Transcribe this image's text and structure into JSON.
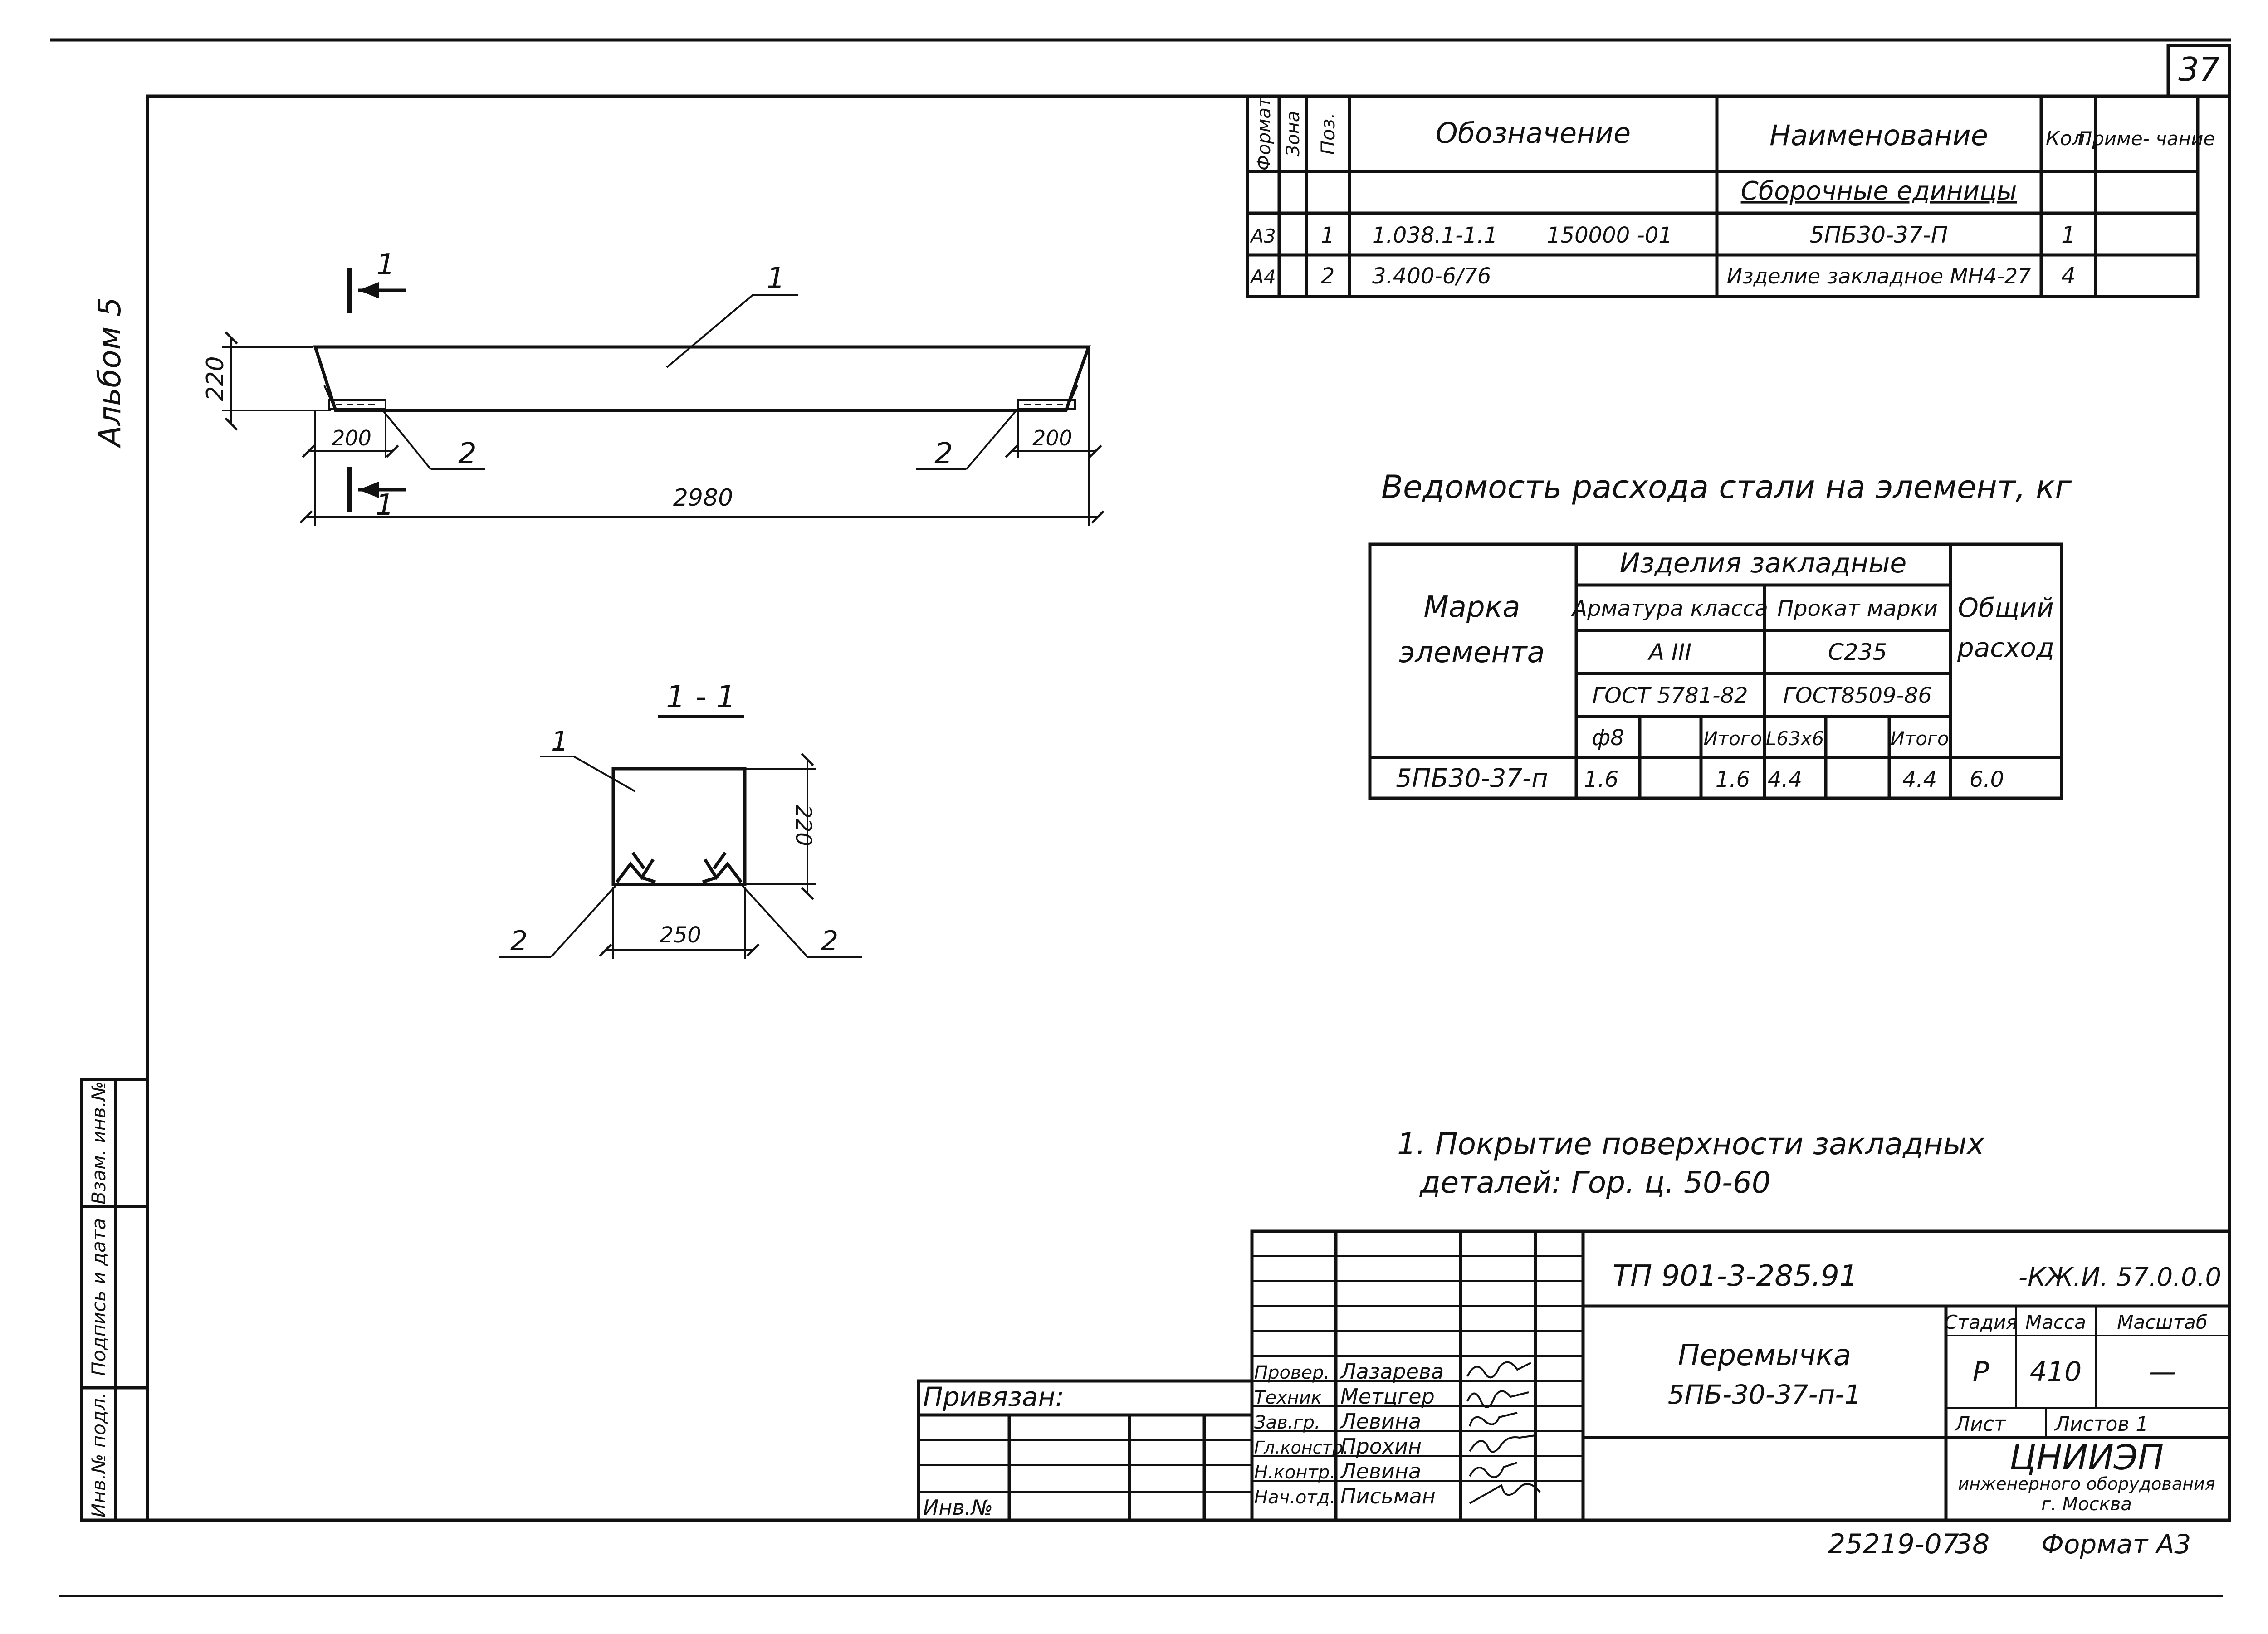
{
  "page_number": "37",
  "album": "Альбом 5",
  "spec": {
    "headers": {
      "format": "Формат",
      "zone": "Зона",
      "pos": "Поз.",
      "designation": "Обозначение",
      "name": "Наименование",
      "qty": "Кол.",
      "note": "Приме-\nчание"
    },
    "section": "Сборочные единицы",
    "rows": [
      {
        "format": "А3",
        "pos": "1",
        "designation": "1.038.1-1.1",
        "designation_suffix": "150000 -01",
        "name": "5ПБ30-37-П",
        "qty": "1"
      },
      {
        "format": "А4",
        "pos": "2",
        "designation": "3.400-6/76",
        "designation_suffix": "",
        "name": "Изделие закладное МН4-27",
        "qty": "4"
      }
    ]
  },
  "elevation": {
    "dims": {
      "height": "220",
      "left": "200",
      "right": "200",
      "total": "2980"
    },
    "section_mark": "1",
    "callouts": {
      "part1": "1",
      "part2_left": "2",
      "part2_right": "2"
    }
  },
  "section_view": {
    "title": "1 - 1",
    "dims": {
      "height": "220",
      "width": "250"
    },
    "callouts": {
      "part1": "1",
      "part2_left": "2",
      "part2_right": "2"
    }
  },
  "steel_table": {
    "title": "Ведомость расхода стали на элемент, кг",
    "header": {
      "mark1": "Марка",
      "mark2": "элемента",
      "embedded": "Изделия закладные",
      "rebar_class": "Арматура класса",
      "rolled_grade": "Прокат марки",
      "total1": "Общий",
      "total2": "расход",
      "rebar_value": "А III",
      "rolled_value": "С235",
      "gost_rebar": "ГОСТ 5781-82",
      "gost_rolled": "ГОСТ8509-86",
      "phi8": "ф8",
      "itogo1": "Итого",
      "angle": "L63x6",
      "itogo2": "Итого"
    },
    "row": {
      "mark": "5ПБ30-37-п",
      "phi8": "1.6",
      "itogo1": "1.6",
      "angle": "4.4",
      "itogo2": "4.4",
      "total": "6.0"
    }
  },
  "notes": {
    "line1": "1. Покрытие поверхности закладных",
    "line2": "деталей: Гор. ц. 50-60"
  },
  "side_stamp": {
    "c1": "Инв.№ подл.",
    "c2": "Подпись и дата",
    "c3": "Взам. инв.№"
  },
  "binding": {
    "bound": "Привязан:",
    "inv": "Инв.№"
  },
  "title_block": {
    "code": "ТП 901-3-285.91",
    "code_suffix": "-КЖ.И. 57.0.0.0",
    "name1": "Перемычка",
    "name2": "5ПБ-30-37-п-1",
    "stage_label": "Стадия",
    "mass_label": "Масса",
    "scale_label": "Масштаб",
    "stage": "Р",
    "mass": "410",
    "scale": "—",
    "sheet_label": "Лист",
    "sheets_label": "Листов 1",
    "org1": "ЦНИИЭП",
    "org2": "инженерного оборудования",
    "org3": "г. Москва",
    "people": [
      {
        "role": "Провер.",
        "name": "Лазарева"
      },
      {
        "role": "Техник",
        "name": "Метцгер"
      },
      {
        "role": "Зав.гр.",
        "name": "Левина"
      },
      {
        "role": "Гл.констр.",
        "name": "Прохин"
      },
      {
        "role": "Н.контр.",
        "name": "Левина"
      },
      {
        "role": "Нач.отд.",
        "name": "Письман"
      }
    ]
  },
  "footer": {
    "code": "25219-07",
    "page": "38",
    "format": "Формат А3"
  }
}
